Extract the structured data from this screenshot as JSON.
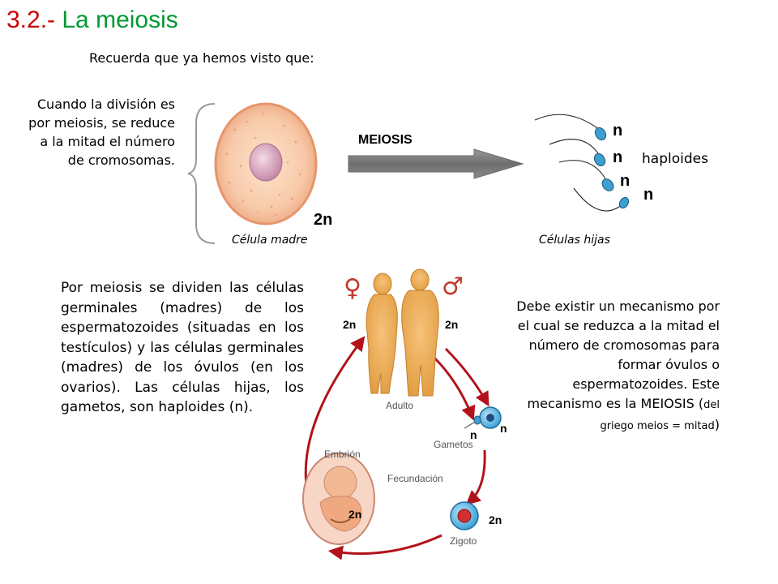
{
  "title": {
    "number": "3.2.-",
    "text": "La meiosis"
  },
  "intro": "Recuerda que ya hemos visto que:",
  "paragraph1": "Cuando la división es por meiosis, se reduce a la mitad el número de cromosomas.",
  "diagram_top": {
    "mother_ploidy": "2n",
    "mother_caption": "Célula madre",
    "arrow_label": "MEIOSIS",
    "daughter_ploidy": [
      "n",
      "n",
      "n",
      "n"
    ],
    "haploid_label": "haploides",
    "daughter_caption": "Células hijas"
  },
  "paragraph2": "Por meiosis se dividen las células germinales (madres) de los espermatozoides (situadas en los testículos) y las células germinales (madres) de los óvulos (en los ovarios). Las células hijas, los gametos, son haploides (n).",
  "paragraph3": {
    "main": "Debe existir un mecanismo por el cual se reduzca a la mitad el número de cromosomas para formar óvulos o espermatozoides. Este mecanismo es la MEIOSIS (",
    "small": "del griego meios = mitad",
    "end": ")"
  },
  "cycle": {
    "female_symbol": "♀",
    "male_symbol": "♂",
    "adult_female_ploidy": "2n",
    "adult_male_ploidy": "2n",
    "adult_label": "Adulto",
    "gametes_label": "Gametos",
    "gamete_female_ploidy": "n",
    "gamete_male_ploidy": "n",
    "fertilization_label": "Fecundación",
    "zygote_label": "Zigoto",
    "zygote_ploidy": "2n",
    "embryo_label": "Embrión",
    "embryo_ploidy": "2n"
  }
}
